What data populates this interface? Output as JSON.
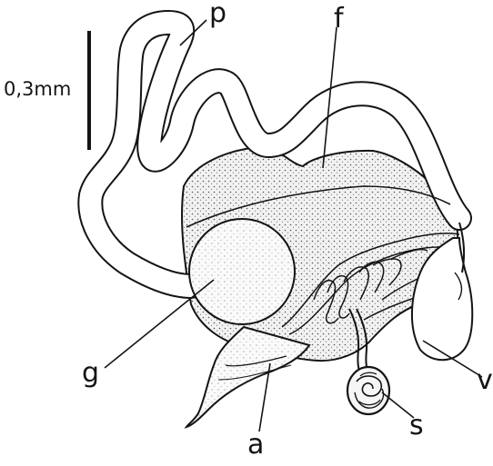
{
  "figure": {
    "scale_bar_label": "0,3mm",
    "labels": {
      "p": "p",
      "f": "f",
      "g": "g",
      "v": "v",
      "a": "a",
      "s": "s"
    },
    "colors": {
      "ink": "#141414",
      "stipple_fill": "#e4e4e4",
      "background": "#ffffff"
    }
  }
}
